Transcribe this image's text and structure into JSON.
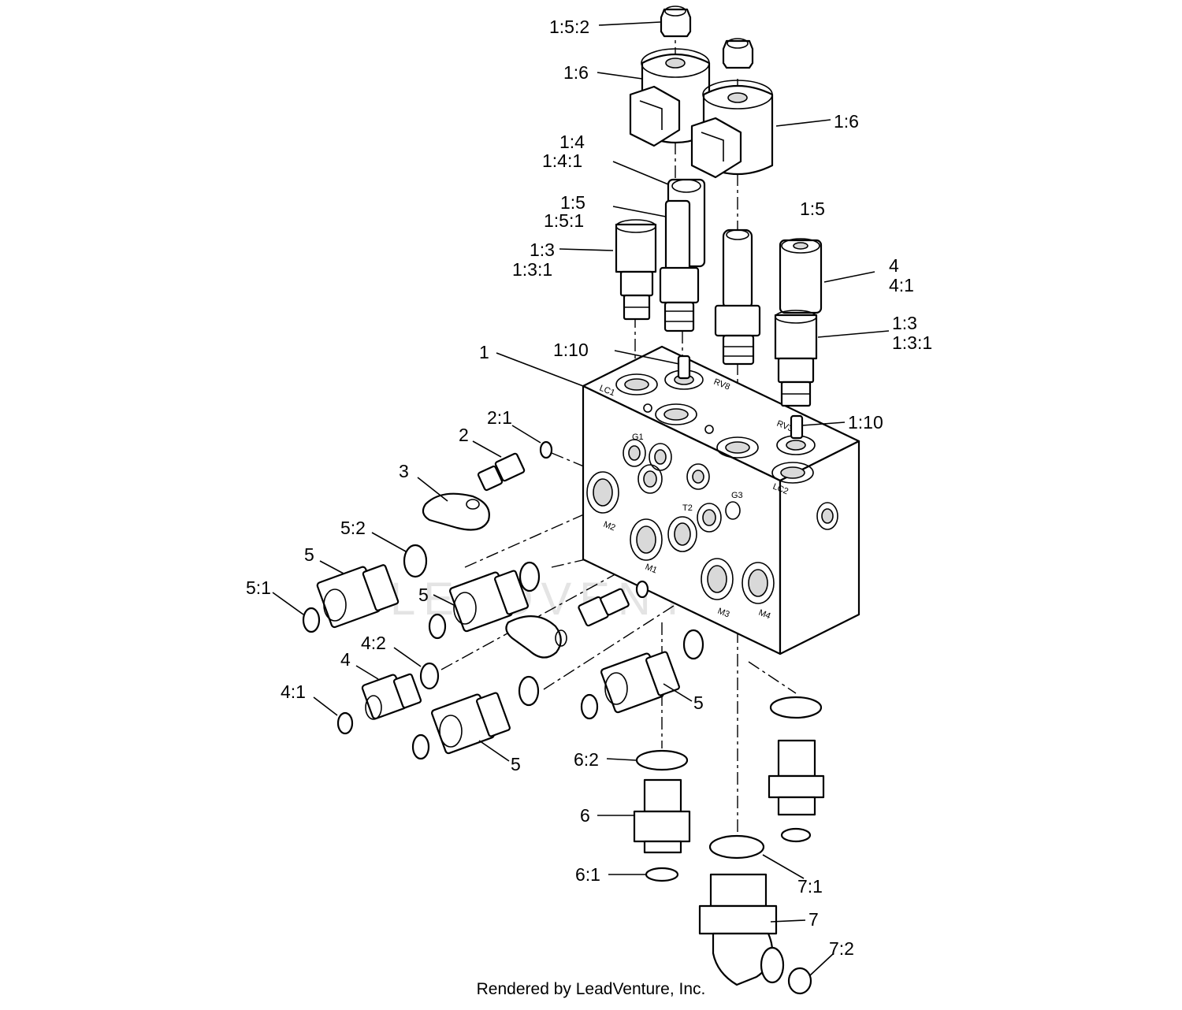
{
  "labels": {
    "l_1_5_2": "1:5:2",
    "l_1_6_a": "1:6",
    "l_1_6_b": "1:6",
    "l_1_4": "1:4",
    "l_1_4_1": "1:4:1",
    "l_1_5_a": "1:5",
    "l_1_5_1": "1:5:1",
    "l_1_5_b": "1:5",
    "l_1_3_a": "1:3",
    "l_1_3_1_a": "1:3:1",
    "l_4_top": "4",
    "l_4_1_top": "4:1",
    "l_1_3_b": "1:3",
    "l_1_3_1_b": "1:3:1",
    "l_1_10_a": "1:10",
    "l_1": "1",
    "l_1_10_b": "1:10",
    "l_2_1": "2:1",
    "l_2": "2",
    "l_3": "3",
    "l_5_2": "5:2",
    "l_5_a": "5",
    "l_5_1": "5:1",
    "l_5_b": "5",
    "l_4_2": "4:2",
    "l_4": "4",
    "l_4_1": "4:1",
    "l_5_c": "5",
    "l_5_d": "5",
    "l_6_2": "6:2",
    "l_6": "6",
    "l_6_1": "6:1",
    "l_7_1": "7:1",
    "l_7": "7",
    "l_7_2": "7:2"
  },
  "ports": {
    "lc1": "LC1",
    "rv8": "RV8",
    "rv3": "RV3",
    "g1": "G1",
    "g3": "G3",
    "t2": "T2",
    "m1": "M1",
    "m2": "M2",
    "m3": "M3",
    "m4": "M4",
    "lc2": "LC2"
  },
  "watermark": "LEADVENTURE",
  "footer": "Rendered by LeadVenture, Inc."
}
